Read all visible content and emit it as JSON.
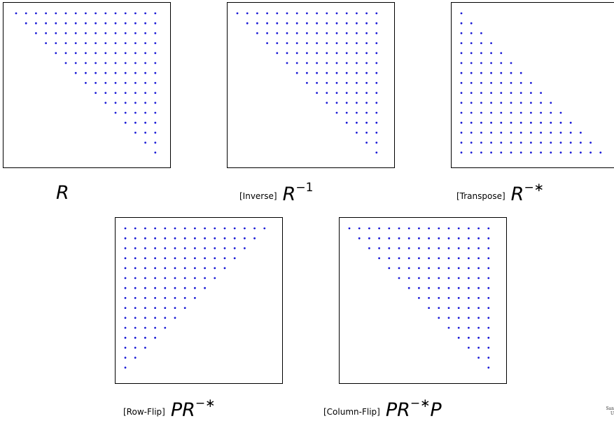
{
  "dot_color": "#1a1ad6",
  "panels": [
    {
      "id": "R",
      "pattern": "upper-triangular",
      "caption_tag": "",
      "caption_base": "R",
      "caption_sup": ""
    },
    {
      "id": "R-inverse",
      "pattern": "upper-triangular",
      "caption_tag": "[Inverse]",
      "caption_base": "R",
      "caption_sup": "−1"
    },
    {
      "id": "R-transpose",
      "pattern": "lower-triangular",
      "caption_tag": "[Transpose]",
      "caption_base": "R",
      "caption_sup": "−∗"
    },
    {
      "id": "row-flip",
      "pattern": "upper-left-triangular",
      "caption_tag": "[Row-Flip]",
      "caption_base": "PR",
      "caption_sup": "−∗"
    },
    {
      "id": "column-flip",
      "pattern": "upper-triangular",
      "caption_tag": "[Column-Flip]",
      "caption_base": "PR",
      "caption_sup": "−∗",
      "caption_tail": "P"
    }
  ],
  "matrix_size": 15,
  "footer_logo_text": "San\nU"
}
